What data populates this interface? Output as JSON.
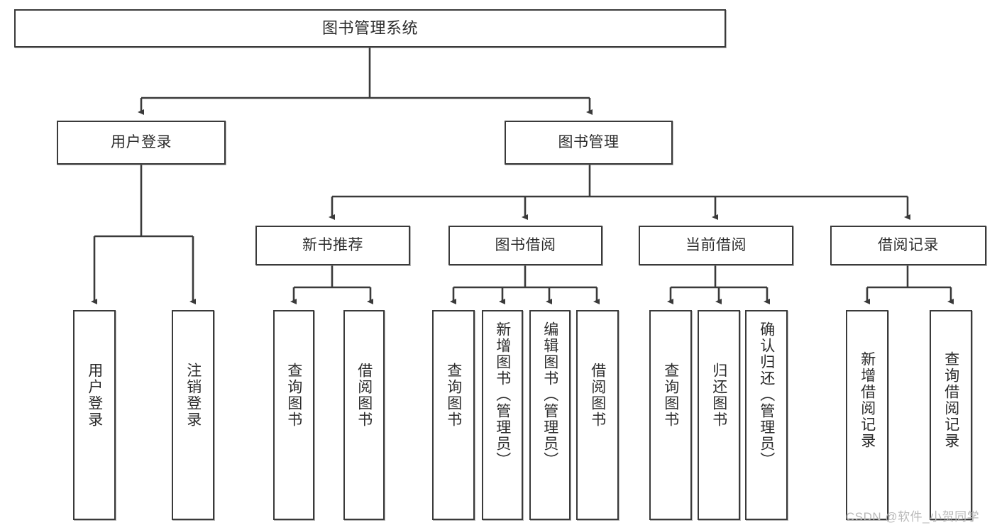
{
  "diagram": {
    "title": "图书管理系统",
    "type": "functional-structure-tree",
    "root": {
      "id": "root",
      "label": "图书管理系统"
    },
    "level2": [
      {
        "id": "user-login",
        "label": "用户登录"
      },
      {
        "id": "book-manage",
        "label": "图书管理"
      }
    ],
    "level3": [
      {
        "id": "new-book-recommend",
        "label": "新书推荐"
      },
      {
        "id": "book-borrow",
        "label": "图书借阅"
      },
      {
        "id": "current-borrow",
        "label": "当前借阅"
      },
      {
        "id": "borrow-record",
        "label": "借阅记录"
      }
    ],
    "leaves": [
      {
        "id": "leaf-user-login",
        "label": "用户登录",
        "parent": "user-login"
      },
      {
        "id": "leaf-logout-login",
        "label": "注销登录",
        "parent": "user-login"
      },
      {
        "id": "leaf-query-book-1",
        "label": "查询图书",
        "parent": "new-book-recommend"
      },
      {
        "id": "leaf-borrow-book-1",
        "label": "借阅图书",
        "parent": "new-book-recommend"
      },
      {
        "id": "leaf-query-book-2",
        "label": "查询图书",
        "parent": "book-borrow"
      },
      {
        "id": "leaf-add-book-admin",
        "label": "新增图书（管理员）",
        "parent": "book-borrow"
      },
      {
        "id": "leaf-edit-book-admin",
        "label": "编辑图书（管理员）",
        "parent": "book-borrow"
      },
      {
        "id": "leaf-borrow-book-2",
        "label": "借阅图书",
        "parent": "book-borrow"
      },
      {
        "id": "leaf-query-book-3",
        "label": "查询图书",
        "parent": "current-borrow"
      },
      {
        "id": "leaf-return-book",
        "label": "归还图书",
        "parent": "current-borrow"
      },
      {
        "id": "leaf-confirm-return-admin",
        "label": "确认归还（管理员）",
        "parent": "current-borrow"
      },
      {
        "id": "leaf-add-borrow-record",
        "label": "新增借阅记录",
        "parent": "borrow-record"
      },
      {
        "id": "leaf-query-borrow-record",
        "label": "查询借阅记录",
        "parent": "borrow-record"
      }
    ],
    "colors": {
      "stroke": "#3a3a3a",
      "fill": "#ffffff",
      "text": "#2b2b2b",
      "watermark": "#b9b9b9"
    }
  },
  "watermark": {
    "text": "CSDN @软件_小贺同学"
  }
}
